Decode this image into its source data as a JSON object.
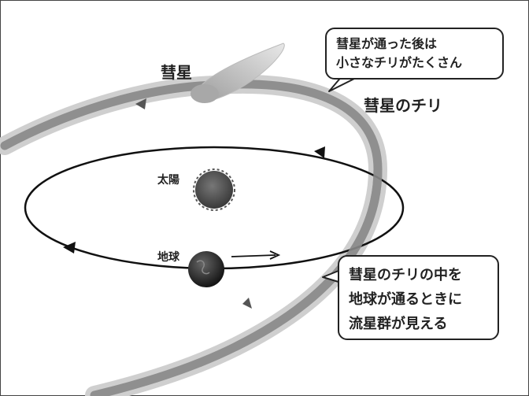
{
  "labels": {
    "comet": "彗星",
    "comet_dust": "彗星のチリ",
    "sun": "太陽",
    "earth": "地球"
  },
  "callouts": {
    "top": [
      "彗星が通った後は",
      "小さなチリがたくさん"
    ],
    "bottom": [
      "彗星のチリの中を",
      "地球が通るときに",
      "流星群が見える"
    ]
  },
  "colors": {
    "dust_trail": "#9a9a9a",
    "comet_head": "#b5b5b5",
    "sun": "#555555",
    "earth": "#2a2a2a",
    "orbit": "#111111"
  }
}
